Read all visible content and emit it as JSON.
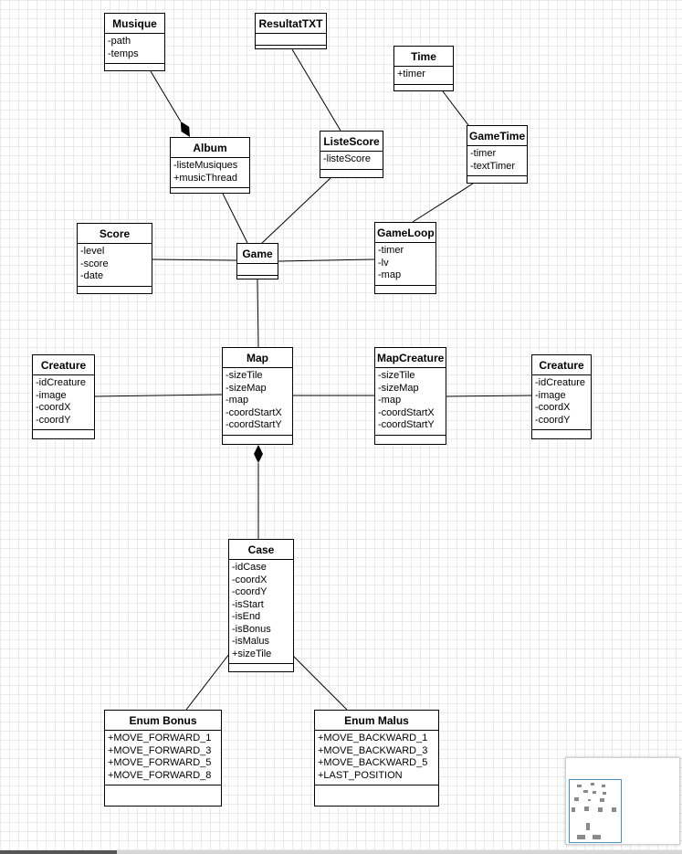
{
  "classes": [
    {
      "id": "musique",
      "name": "Musique",
      "attrs": [
        "-path",
        "-temps"
      ]
    },
    {
      "id": "resultattxt",
      "name": "ResultatTXT",
      "attrs": []
    },
    {
      "id": "time",
      "name": "Time",
      "attrs": [
        "+timer"
      ]
    },
    {
      "id": "album",
      "name": "Album",
      "attrs": [
        "-listeMusiques",
        "+musicThread"
      ]
    },
    {
      "id": "listescore",
      "name": "ListeScore",
      "attrs": [
        "-listeScore"
      ]
    },
    {
      "id": "gametime",
      "name": "GameTime",
      "attrs": [
        "-timer",
        "-textTimer"
      ]
    },
    {
      "id": "score",
      "name": "Score",
      "attrs": [
        "-level",
        "-score",
        "-date"
      ]
    },
    {
      "id": "game",
      "name": "Game",
      "attrs": []
    },
    {
      "id": "gameloop",
      "name": "GameLoop",
      "attrs": [
        "-timer",
        "-lv",
        "-map"
      ]
    },
    {
      "id": "creature_left",
      "name": "Creature",
      "attrs": [
        "-idCreature",
        "-image",
        "-coordX",
        "-coordY"
      ]
    },
    {
      "id": "map",
      "name": "Map",
      "attrs": [
        "-sizeTile",
        "-sizeMap",
        "-map",
        "-coordStartX",
        "-coordStartY"
      ]
    },
    {
      "id": "mapcreature",
      "name": "MapCreature",
      "attrs": [
        "-sizeTile",
        "-sizeMap",
        "-map",
        "-coordStartX",
        "-coordStartY"
      ]
    },
    {
      "id": "creature_right",
      "name": "Creature",
      "attrs": [
        "-idCreature",
        "-image",
        "-coordX",
        "-coordY"
      ]
    },
    {
      "id": "case",
      "name": "Case",
      "attrs": [
        "-idCase",
        "-coordX",
        "-coordY",
        "-isStart",
        "-isEnd",
        "-isBonus",
        "-isMalus",
        "+sizeTile"
      ]
    },
    {
      "id": "enum_bonus",
      "name": "Enum Bonus",
      "attrs": [
        "+MOVE_FORWARD_1",
        "+MOVE_FORWARD_3",
        "+MOVE_FORWARD_5",
        "+MOVE_FORWARD_8"
      ]
    },
    {
      "id": "enum_malus",
      "name": "Enum Malus",
      "attrs": [
        "+MOVE_BACKWARD_1",
        "+MOVE_BACKWARD_3",
        "+MOVE_BACKWARD_5",
        "+LAST_POSITION"
      ]
    }
  ],
  "relations": [
    {
      "from": "musique",
      "to": "album",
      "kind": "composition",
      "diamond_at": "album"
    },
    {
      "from": "resultattxt",
      "to": "listescore",
      "kind": "association"
    },
    {
      "from": "time",
      "to": "gametime",
      "kind": "association"
    },
    {
      "from": "album",
      "to": "game",
      "kind": "association"
    },
    {
      "from": "listescore",
      "to": "game",
      "kind": "association"
    },
    {
      "from": "gametime",
      "to": "gameloop",
      "kind": "association"
    },
    {
      "from": "score",
      "to": "game",
      "kind": "association"
    },
    {
      "from": "gameloop",
      "to": "game",
      "kind": "association"
    },
    {
      "from": "game",
      "to": "map",
      "kind": "association"
    },
    {
      "from": "creature_left",
      "to": "map",
      "kind": "association"
    },
    {
      "from": "map",
      "to": "mapcreature",
      "kind": "association"
    },
    {
      "from": "mapcreature",
      "to": "creature_right",
      "kind": "association"
    },
    {
      "from": "case",
      "to": "map",
      "kind": "composition",
      "diamond_at": "map"
    },
    {
      "from": "case",
      "to": "enum_bonus",
      "kind": "association"
    },
    {
      "from": "case",
      "to": "enum_malus",
      "kind": "association"
    }
  ],
  "style": {
    "line_color": "#000000",
    "box_fill": "#ffffff",
    "grid_color": "#e9e9e9"
  }
}
